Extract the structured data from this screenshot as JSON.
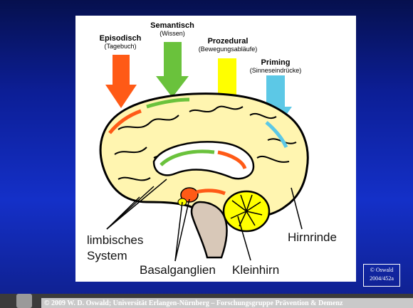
{
  "memory_types": [
    {
      "title": "Episodisch",
      "subtitle": "(Tagebuch)",
      "color": "#ff5a16"
    },
    {
      "title": "Semantisch",
      "subtitle": "(Wissen)",
      "color": "#6ac23c"
    },
    {
      "title": "Prozedural",
      "subtitle": "(Bewegungsabläufe)",
      "color": "#ffff00"
    },
    {
      "title": "Priming",
      "subtitle": "(Sinneseindrücke)",
      "color": "#5cc8e6"
    }
  ],
  "brain_labels": {
    "limbic_line1": "limbisches",
    "limbic_line2": "System",
    "basal": "Basalganglien",
    "cerebellum": "Kleinhirn",
    "cortex": "Hirnrinde"
  },
  "copyright_box": {
    "line1": "© Oswald",
    "line2": "2004/452a"
  },
  "footer": {
    "text": "© 2009   W. D. Oswald; Universität Erlangen-Nürnberg – Forschungsgruppe Prävention & Demenz"
  },
  "colors": {
    "brain_fill": "#fff5b0",
    "brainstem": "#d8c8b8",
    "cerebellum": "#ffff00",
    "background": "#1430c8"
  }
}
